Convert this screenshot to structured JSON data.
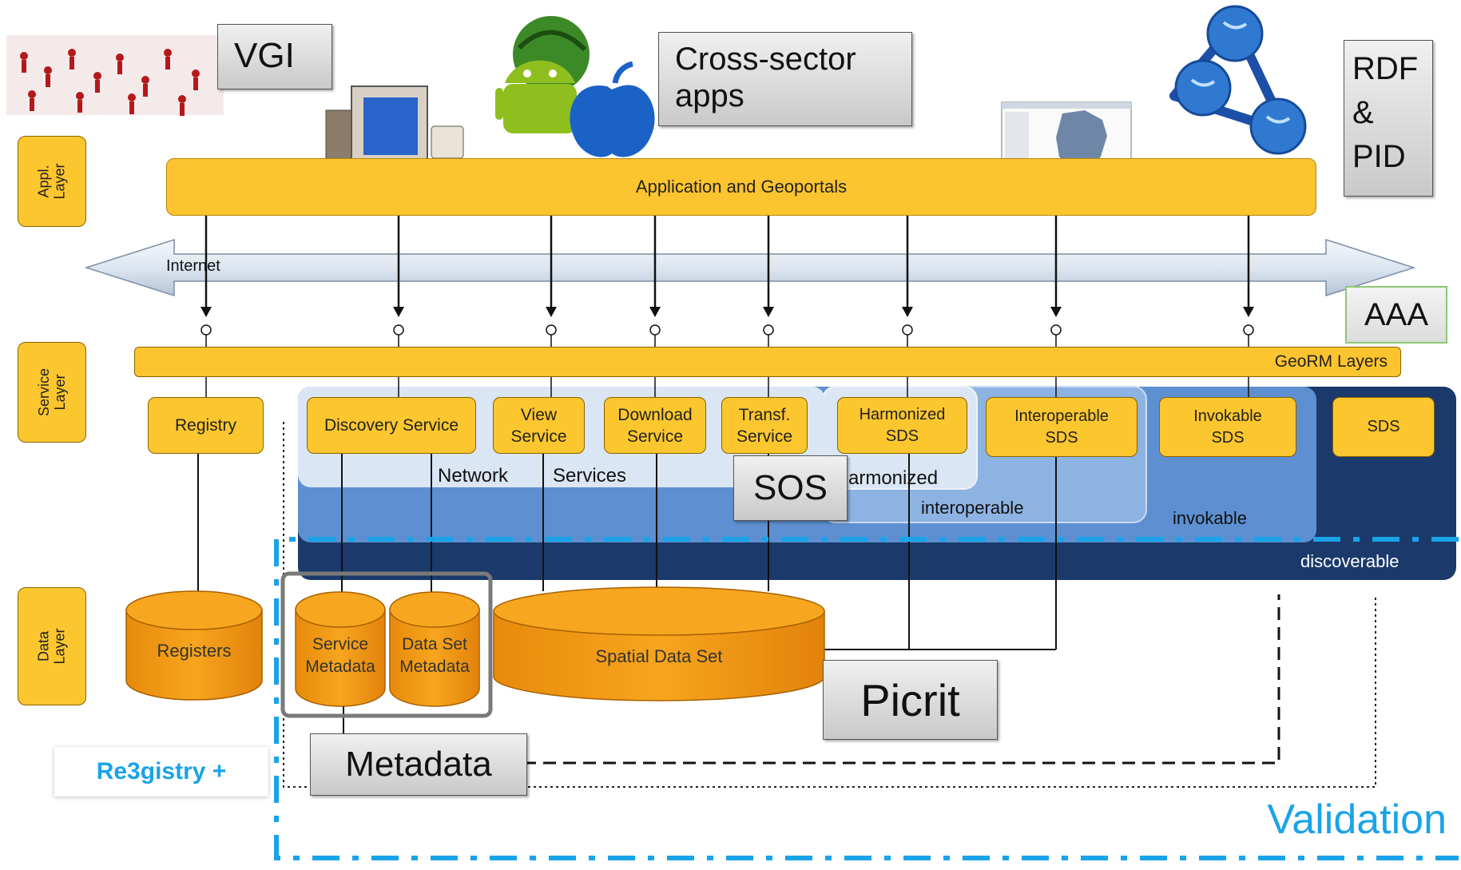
{
  "layers": {
    "application": "Appl.\nLayer",
    "service": "Service\nLayer",
    "data": "Data\nLayer"
  },
  "application_bar": "Application and Geoportals",
  "internet_label": "Internet",
  "georm_label": "GeoRM Layers",
  "services": {
    "registry": "Registry",
    "discovery": "Discovery Service",
    "view": "View\nService",
    "download": "Download\nService",
    "transf": "Transf.\nService",
    "harmonized_sds": "Harmonized\nSDS",
    "interoperable_sds": "Interoperable\nSDS",
    "invokable_sds": "Invokable\nSDS",
    "sds": "SDS"
  },
  "zones": {
    "network_services_1": "Network",
    "network_services_2": "Services",
    "harmonized": "armonized",
    "interoperable": "interoperable",
    "invokable": "invokable",
    "discoverable": "discoverable"
  },
  "data_stores": {
    "registers": "Registers",
    "service_metadata": "Service\nMetadata",
    "dataset_metadata": "Data Set\nMetadata",
    "spatial_data_set": "Spatial Data Set"
  },
  "callouts": {
    "vgi": "VGI",
    "cross_sector": "Cross-sector\napps",
    "rdf_pid": "RDF\n&\nPID",
    "aaa": "AAA",
    "sos": "SOS",
    "picrit": "Picrit",
    "metadata": "Metadata"
  },
  "re3gistry": "Re3gistry +",
  "validation": "Validation",
  "colors": {
    "orange": "#fcc42f",
    "dark_navy": "#1b3a6b",
    "mid_blue": "#5d8fd1",
    "light_blue": "#dbe6f4",
    "cyan_accent": "#1aa3e8",
    "cylinder": "#f29a12"
  }
}
